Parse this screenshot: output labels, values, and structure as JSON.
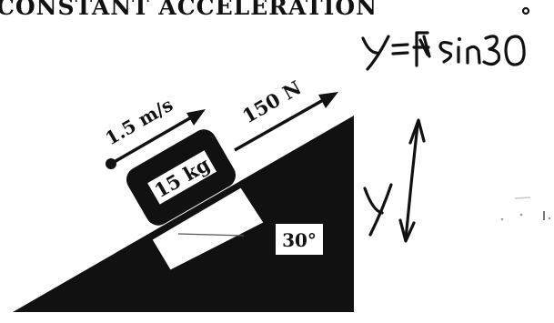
{
  "heading": "CONSTANT ACCELERATION",
  "diagram": {
    "velocity_label": "1.5 m/s",
    "force_label": "150 N",
    "mass_label": "15 kg",
    "angle_label": "30°"
  },
  "handwriting": {
    "equation": "y=Fsin30°",
    "component_label": "y"
  },
  "colors": {
    "ink": "#111111",
    "paper": "#ffffff"
  }
}
